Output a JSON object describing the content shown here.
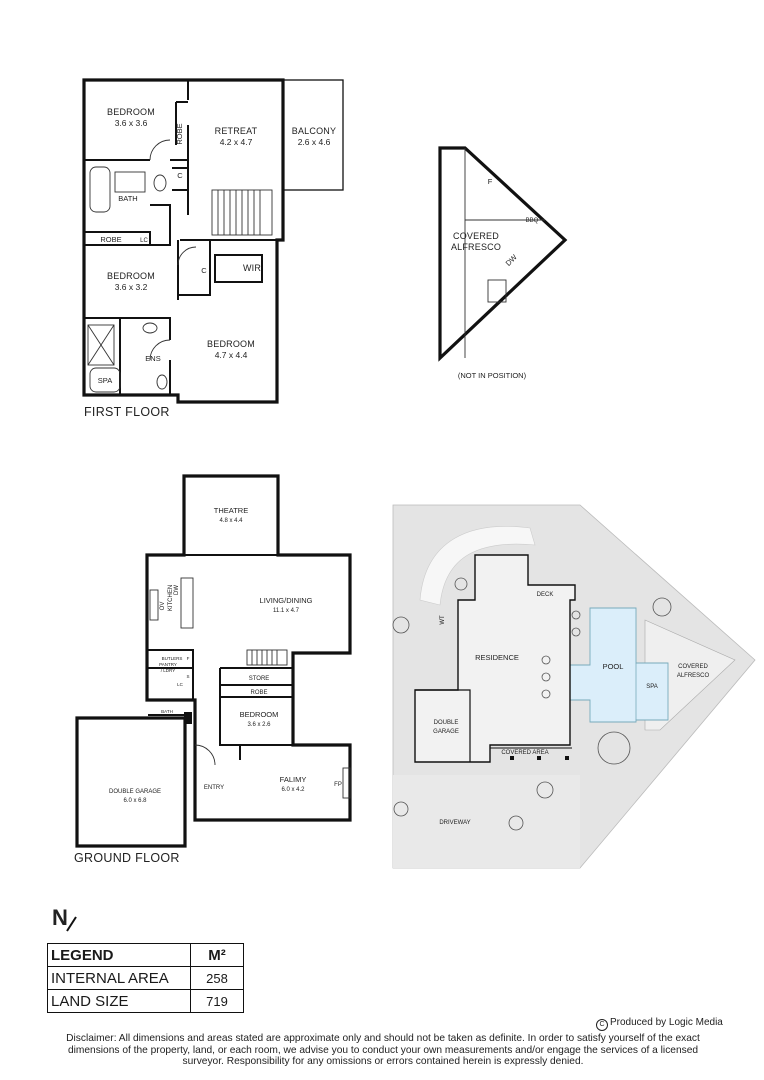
{
  "first_floor": {
    "title": "FIRST FLOOR",
    "rooms": {
      "bedroom1": {
        "name": "BEDROOM",
        "dim": "3.6 x 3.6"
      },
      "robe_top": "ROBE",
      "retreat": {
        "name": "RETREAT",
        "dim": "4.2 x 4.7"
      },
      "balcony": {
        "name": "BALCONY",
        "dim": "2.6 x 4.6"
      },
      "c_top": "C",
      "bath": "BATH",
      "robe_mid": "ROBE",
      "lc": "LC",
      "bedroom2": {
        "name": "BEDROOM",
        "dim": "3.6 x 3.2"
      },
      "c_mid": "C",
      "wir": "WIR",
      "ens": "ENS",
      "spa": "SPA",
      "bedroom3": {
        "name": "BEDROOM",
        "dim": "4.7 x 4.4"
      }
    }
  },
  "alfresco_inset": {
    "name_line1": "COVERED",
    "name_line2": "ALFRESCO",
    "f": "F",
    "bbq": "BBQ",
    "dw": "DW",
    "note": "(NOT IN POSITION)"
  },
  "ground_floor": {
    "title": "GROUND FLOOR",
    "rooms": {
      "theatre": {
        "name": "THEATRE",
        "dim": "4.8 x 4.4"
      },
      "living": {
        "name": "LIVING/DINING",
        "dim": "11.1 x 4.7"
      },
      "kitchen": "KITCHEN",
      "ov": "OV",
      "dw": "DW",
      "butlers": "BUTLERS",
      "pantry": "PANTRY",
      "ldry": "/ LDRY",
      "s": "S",
      "f": "F",
      "lc": "LC",
      "store": "STORE",
      "robe": "ROBE",
      "bedroom": {
        "name": "BEDROOM",
        "dim": "3.6 x 2.6"
      },
      "bath": "BATH",
      "garage": {
        "name": "DOUBLE GARAGE",
        "dim": "6.0 x 6.8"
      },
      "entry": "ENTRY",
      "family": {
        "name": "FALIMY",
        "dim": "6.0 x 4.2"
      },
      "fp": "FP"
    }
  },
  "site_plan": {
    "deck": "DECK",
    "wt": "WT",
    "residence": "RESIDENCE",
    "pool": "POOL",
    "spa": "SPA",
    "alfresco_line1": "COVERED",
    "alfresco_line2": "ALFRESCO",
    "garage_line1": "DOUBLE",
    "garage_line2": "GARAGE",
    "covered_area": "COVERED AREA",
    "driveway": "DRIVEWAY"
  },
  "compass": {
    "letter": "N"
  },
  "legend": {
    "header_label": "LEGEND",
    "header_unit": "M²",
    "rows": [
      {
        "label": "INTERNAL AREA",
        "value": "258"
      },
      {
        "label": "LAND SIZE",
        "value": "719"
      }
    ]
  },
  "credit": {
    "symbol": "C",
    "text": "Produced by Logic Media"
  },
  "disclaimer": "Disclaimer: All dimensions and areas stated are approximate only and should not be taken as definite. In order to satisfy yourself of the exact dimensions of the property, land, or each room, we advise you to conduct your own measurements and/or engage the services of a licensed surveyor. Responsibility for any omissions or errors contained herein is expressly denied.",
  "colors": {
    "wall": "#111111",
    "pool": "#dbeefa",
    "site_fill": "#e4e4e4",
    "site_path": "#f5f5f5"
  }
}
